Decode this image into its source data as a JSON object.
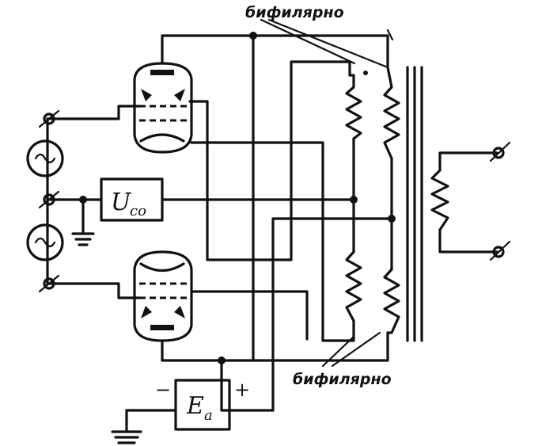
{
  "labels": {
    "bifilar_top": "бифилярно",
    "bifilar_bottom": "бифилярно",
    "grid_bias": "U",
    "grid_bias_sub": "co",
    "anode_supply": "E",
    "anode_supply_sub": "a",
    "minus_sign": "−",
    "plus_sign": "+"
  }
}
